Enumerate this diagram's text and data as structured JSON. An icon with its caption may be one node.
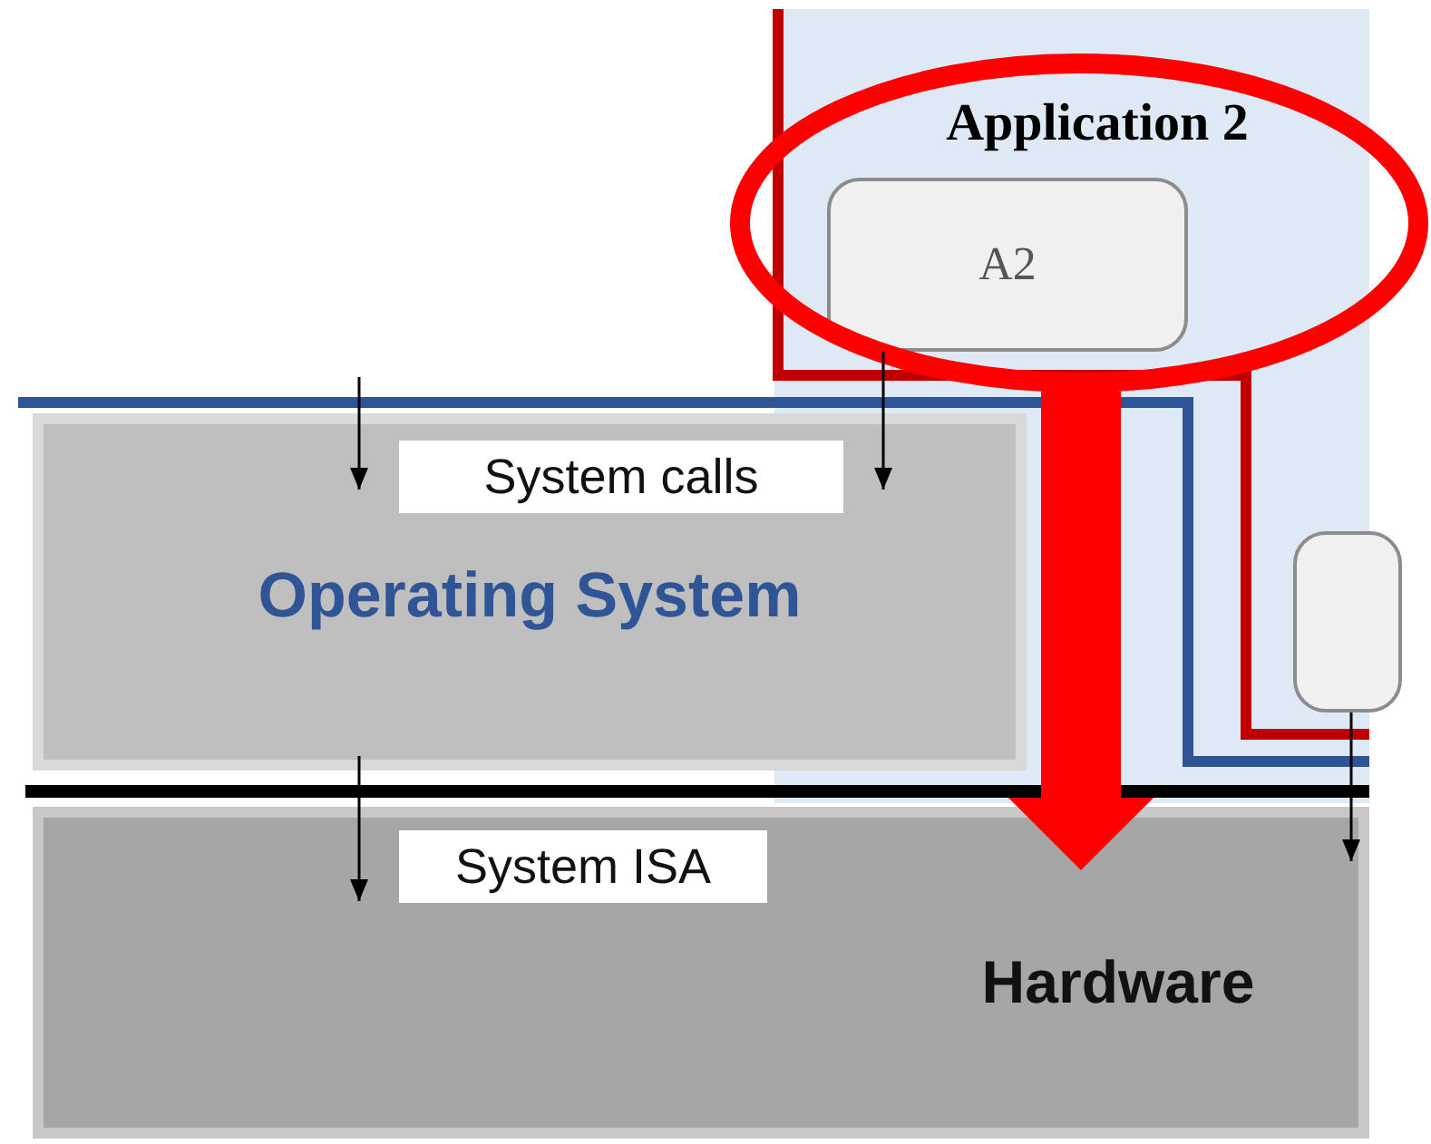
{
  "diagram": {
    "nodes": [
      {
        "text": [
          "Application 2"
        ]
      },
      {
        "text": [
          "A2"
        ],
        "in": 0
      },
      {
        "text": [],
        "shape": "box"
      },
      {
        "text": [
          "Operating System"
        ]
      },
      {
        "text": [
          "Hardware"
        ]
      }
    ],
    "edges": [
      {
        "from": 0,
        "to": 4,
        "arrow": "to",
        "style": "thick",
        "color": "#ff0000"
      },
      {
        "from": null,
        "to": 3,
        "arrow": "to"
      },
      {
        "from": 1,
        "to": 3,
        "arrow": "to"
      },
      {
        "from": 3,
        "to": 4,
        "arrow": "to"
      },
      {
        "from": 2,
        "to": 4,
        "arrow": "to"
      }
    ],
    "labels": [
      "System calls",
      "System ISA"
    ]
  }
}
